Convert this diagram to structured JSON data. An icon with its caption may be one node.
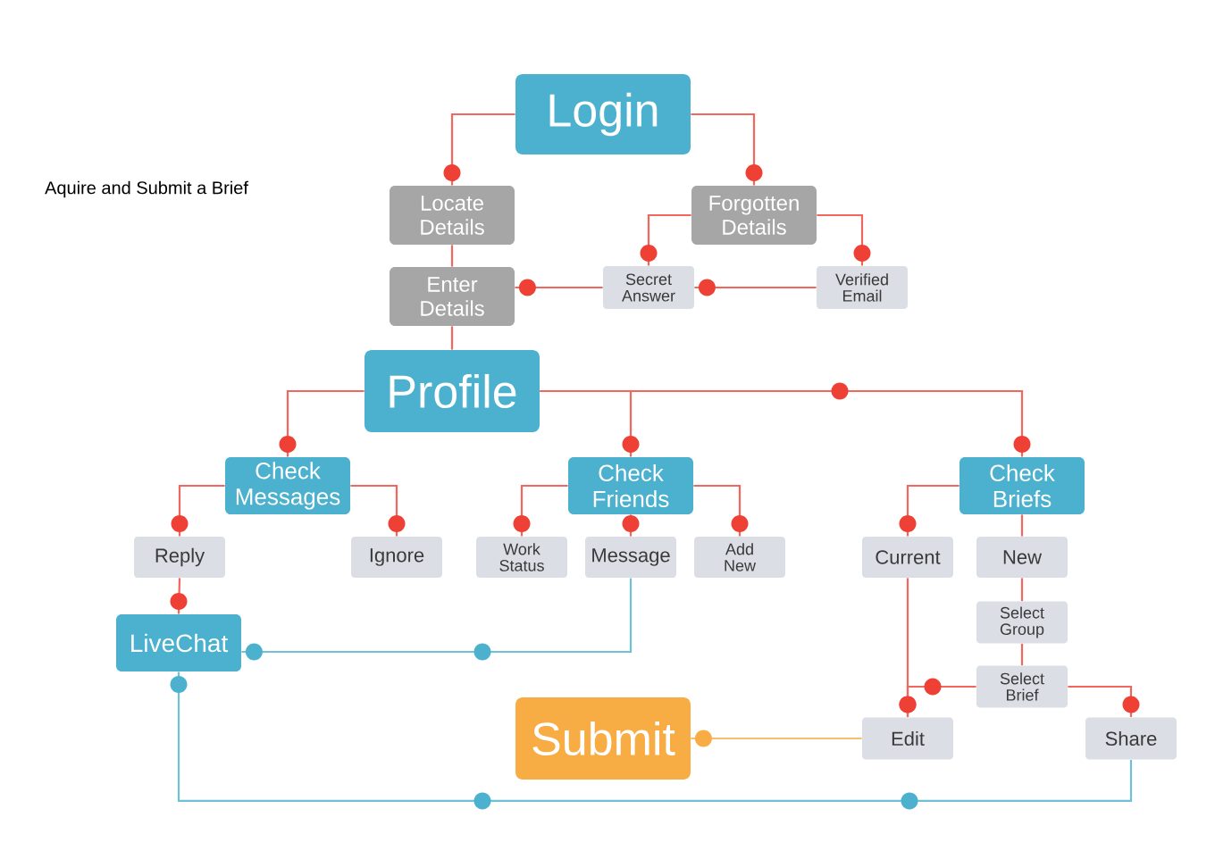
{
  "diagram": {
    "title": "Aquire and Submit a Brief",
    "nodes": [
      {
        "text": [
          "Login"
        ]
      },
      {
        "text": [
          "Locate Details"
        ]
      },
      {
        "text": [
          "Forgotten Details"
        ]
      },
      {
        "text": [
          "Enter Details"
        ]
      },
      {
        "text": [
          "Secret Answer"
        ]
      },
      {
        "text": [
          "Verified Email"
        ]
      },
      {
        "text": [
          "Profile"
        ]
      },
      {
        "text": [
          "Check Messages"
        ]
      },
      {
        "text": [
          "Check Friends"
        ]
      },
      {
        "text": [
          "Check Briefs"
        ]
      },
      {
        "text": [
          "Reply"
        ]
      },
      {
        "text": [
          "Ignore"
        ]
      },
      {
        "text": [
          "Work Status"
        ]
      },
      {
        "text": [
          "Message"
        ]
      },
      {
        "text": [
          "Add New"
        ]
      },
      {
        "text": [
          "Current"
        ]
      },
      {
        "text": [
          "New"
        ]
      },
      {
        "text": [
          "LiveChat"
        ]
      },
      {
        "text": [
          "Select Group"
        ]
      },
      {
        "text": [
          "Select Brief"
        ]
      },
      {
        "text": [
          "Submit"
        ]
      },
      {
        "text": [
          "Edit"
        ]
      },
      {
        "text": [
          "Share"
        ]
      }
    ],
    "edges": [
      {
        "from": 0,
        "to": 1,
        "arrow": "other"
      },
      {
        "from": 0,
        "to": 2,
        "arrow": "other"
      },
      {
        "from": 1,
        "to": 3,
        "arrow": "none"
      },
      {
        "from": 2,
        "to": 4,
        "arrow": "other"
      },
      {
        "from": 2,
        "to": 5,
        "arrow": "other"
      },
      {
        "from": 5,
        "to": 4,
        "arrow": "other"
      },
      {
        "from": 4,
        "to": 3,
        "arrow": "other"
      },
      {
        "from": 3,
        "to": 6,
        "arrow": "none"
      },
      {
        "from": 6,
        "to": 7,
        "arrow": "other"
      },
      {
        "from": 6,
        "to": 8,
        "arrow": "other"
      },
      {
        "from": 6,
        "to": 9,
        "arrow": "other"
      },
      {
        "from": 7,
        "to": 10,
        "arrow": "other"
      },
      {
        "from": 7,
        "to": 11,
        "arrow": "other"
      },
      {
        "from": 8,
        "to": 12,
        "arrow": "other"
      },
      {
        "from": 8,
        "to": 13,
        "arrow": "other"
      },
      {
        "from": 8,
        "to": 14,
        "arrow": "other"
      },
      {
        "from": 9,
        "to": 15,
        "arrow": "other"
      },
      {
        "from": 9,
        "to": 16,
        "arrow": "none"
      },
      {
        "from": 10,
        "to": 17,
        "arrow": "other"
      },
      {
        "from": 13,
        "to": 17,
        "arrow": "other",
        "color": "#4bb1ce"
      },
      {
        "from": 15,
        "to": 21,
        "arrow": "other"
      },
      {
        "from": 16,
        "to": 18,
        "arrow": "none"
      },
      {
        "from": 18,
        "to": 19,
        "arrow": "none"
      },
      {
        "from": 19,
        "to": 21,
        "arrow": "other"
      },
      {
        "from": 19,
        "to": 22,
        "arrow": "other"
      },
      {
        "from": 21,
        "to": 20,
        "arrow": "other",
        "color": "#f8ad44"
      },
      {
        "from": 22,
        "to": 17,
        "arrow": "other",
        "color": "#4bb1ce"
      }
    ]
  }
}
